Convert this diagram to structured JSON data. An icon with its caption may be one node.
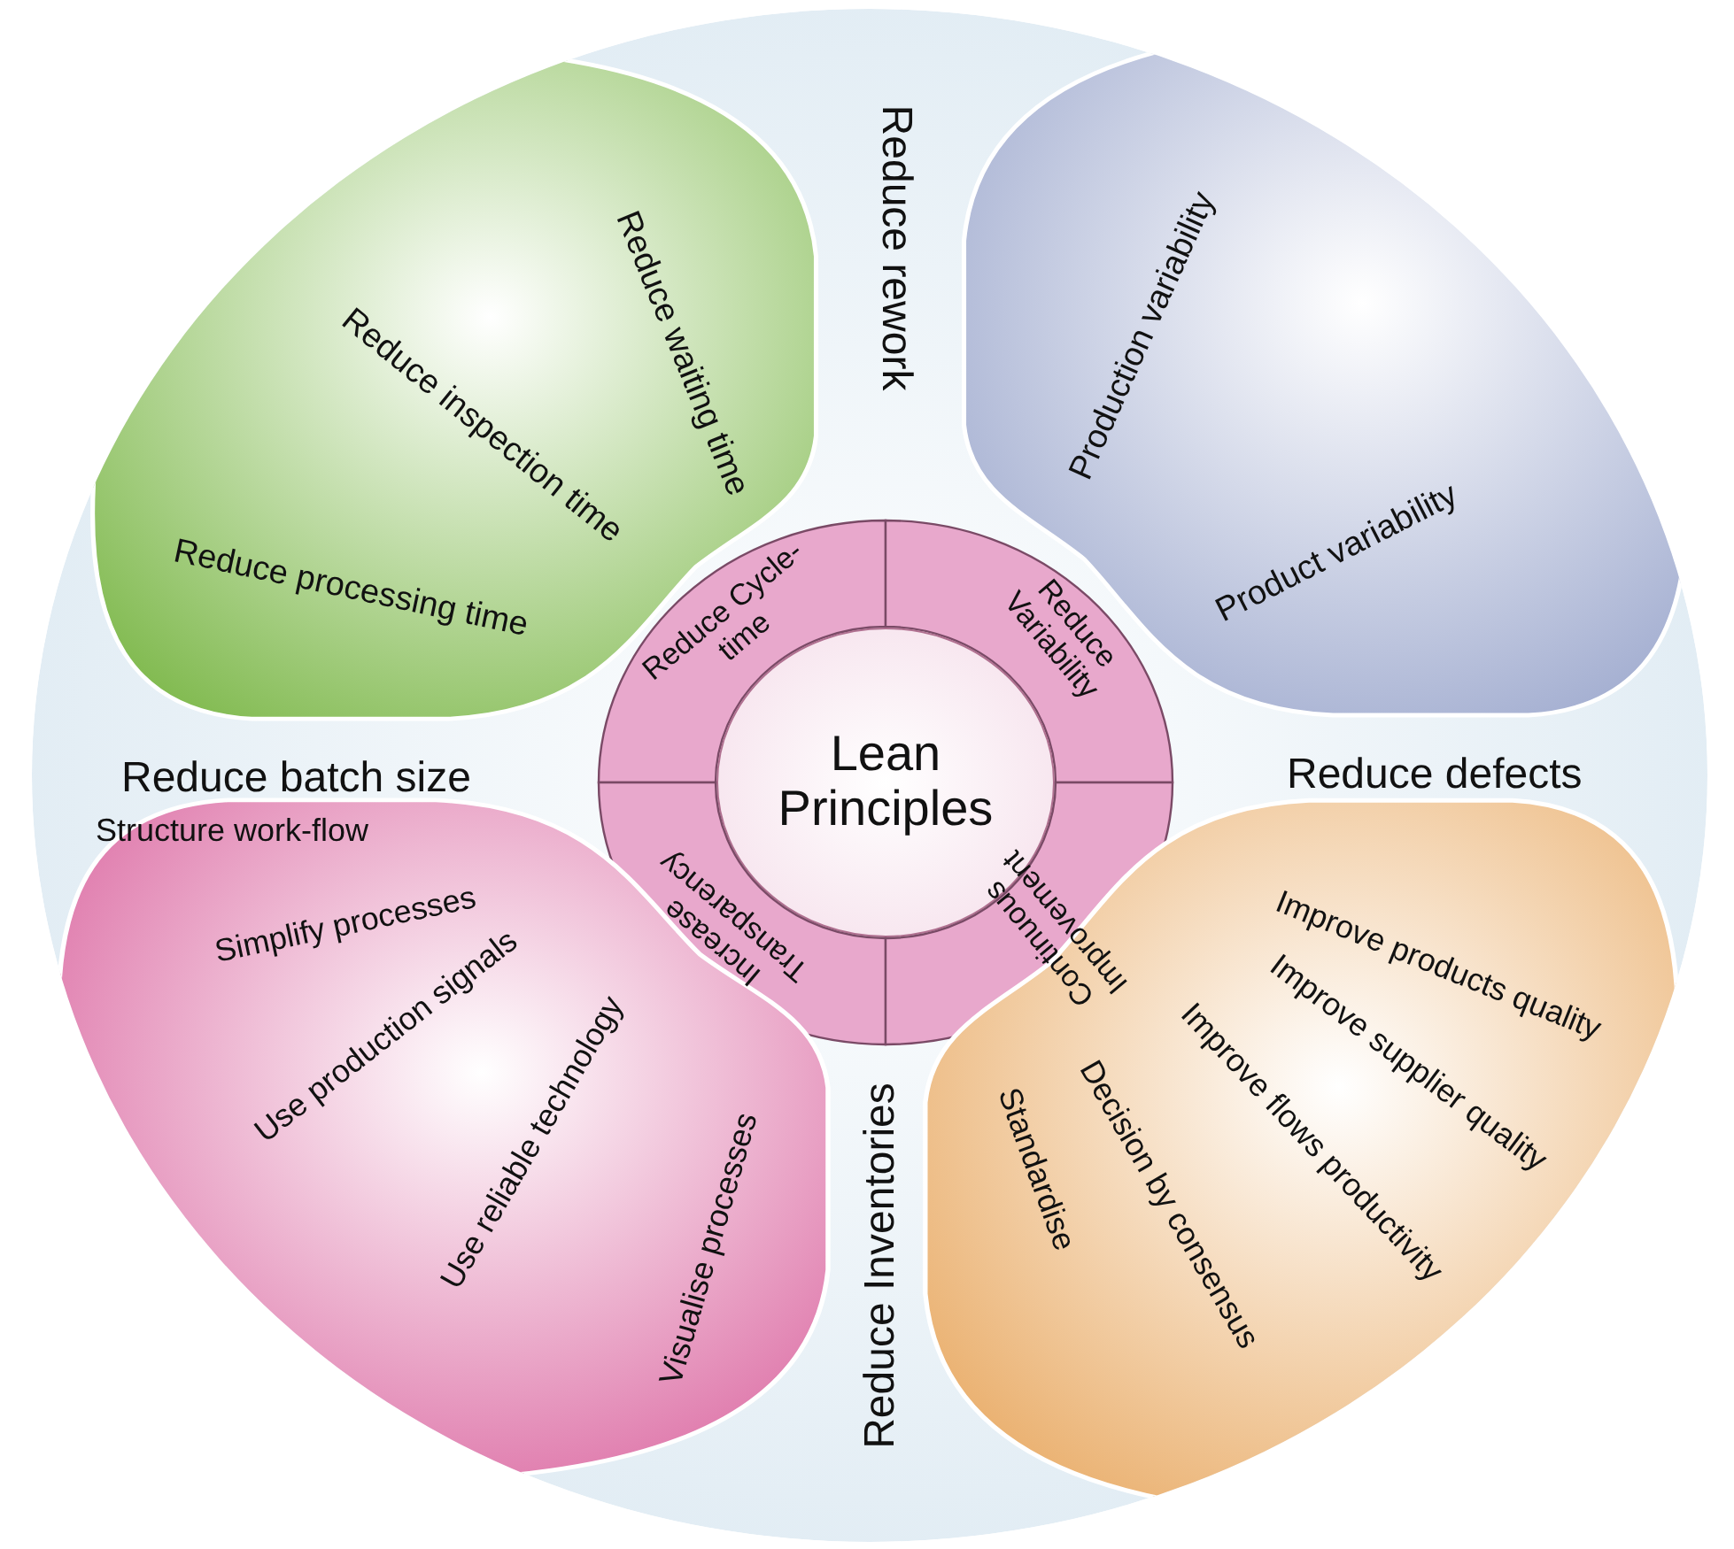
{
  "diagram": {
    "nodes": [
      {
        "text": [
          "Reduce rework",
          "Reduce defects",
          "Reduce Inventories",
          "Reduce batch size"
        ]
      },
      {
        "text": [
          "Reduce waiting time",
          "Reduce inspection time",
          "Reduce processing time"
        ],
        "in": 0
      },
      {
        "text": [
          "Production variability",
          "Product variability"
        ],
        "in": 0
      },
      {
        "text": [
          "Reduce Cycle-time"
        ],
        "in": 0
      },
      {
        "text": [
          "Reduce Variability"
        ],
        "in": 0
      },
      {
        "text": [
          "Lean Principles"
        ],
        "in": 0
      },
      {
        "text": [
          "Increase Transparency"
        ],
        "in": 0
      },
      {
        "text": [
          "Continuous Improvement"
        ],
        "in": 0
      },
      {
        "text": [
          "Structure work-flow",
          "Simplify processes",
          "Use production signals",
          "Use reliable technology",
          "Visualise processes"
        ],
        "in": 0
      },
      {
        "text": [
          "Improve products quality",
          "Improve supplier quality",
          "Improve flows productivity",
          "Decision by consensus",
          "Standardise"
        ],
        "in": 0
      }
    ]
  }
}
